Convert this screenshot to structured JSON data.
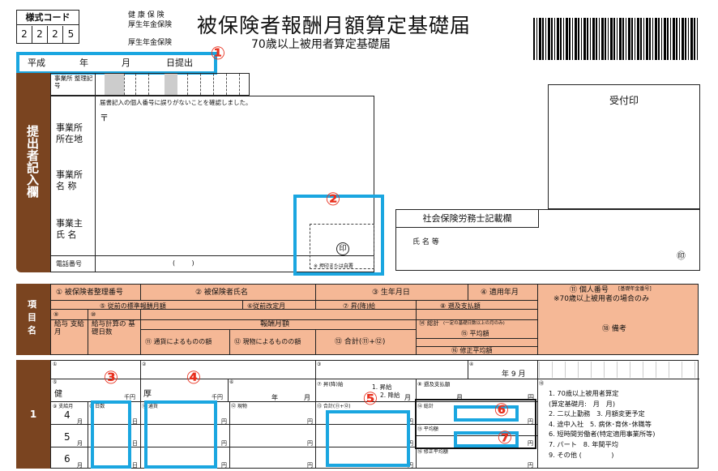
{
  "form_code": {
    "label": "様式コード",
    "digits": [
      "2",
      "2",
      "2",
      "5"
    ]
  },
  "insurance": {
    "line1": "健 康 保 険",
    "line2": "厚生年金保険",
    "line3": "厚生年金保険"
  },
  "title": {
    "main": "被保険者報酬月額算定基礎届",
    "sub": "70歳以上被用者算定基礎届"
  },
  "date_line": {
    "era": "平成",
    "year": "年",
    "month": "月",
    "day_submit": "日提出"
  },
  "submitter": {
    "section_label": "提出者記入欄",
    "office_code_label": "事業所 整理記号",
    "address_label": "事業所 所在地",
    "name_label": "事業所 名 称",
    "owner_label": "事業主 氏 名",
    "phone_label": "電話番号",
    "phone_parens": "(        )",
    "confirm_note": "届書記入の個人番号に誤りがないことを確認しました。",
    "postal_mark": "〒",
    "seal": "印",
    "seal_note": "※ 押印または自署"
  },
  "received_stamp": "受付印",
  "sharoushi": {
    "header": "社会保険労務士記載欄",
    "name_label": "氏 名 等",
    "seal": "㊞"
  },
  "items_section": {
    "label": "項目名",
    "h1": "① 被保険者整理番号",
    "h2": "② 被保険者氏名",
    "h3": "③ 生年月日",
    "h4": "④ 適用年月",
    "h11": "⑪ 個人番号",
    "h11_note": "[基礎年金番号]",
    "h11_sub": "※70歳以上被用者の場合のみ",
    "h5": "⑤ 従前の標準報酬月額",
    "h6": "⑥従前改定月",
    "h7": "⑦ 昇(降)給",
    "h8": "⑧ 遡及支払額",
    "h9": "⑨",
    "h9_label": "給与 支給月",
    "h10": "⑩",
    "h10_label": "給与計算の 基礎日数",
    "remuneration": "報酬月額",
    "h14": "⑭ 総計",
    "h14_note": "(一定の基礎日数以上の月のみ)",
    "h11b": "⑪ 通貨によるものの額",
    "h12": "⑫ 現物によるものの額",
    "h13": "⑬ 合計(⑪+⑫)",
    "h15": "⑮ 平均額",
    "h16": "⑯ 修正平均額",
    "h18": "⑱ 備考"
  },
  "row": {
    "number": "1",
    "c1": "①",
    "c2": "②",
    "c3": "③",
    "c4": "④",
    "year_month": "年 9 月",
    "c5": "⑤",
    "health": "健",
    "pension": "厚",
    "thousand": "千円",
    "c6": "⑥",
    "nen": "年",
    "tsuki": "月",
    "c7": "⑦ 昇(降)給",
    "shoukyu1": "1. 昇給",
    "shoukyu2": "2. 降給",
    "c8": "⑧ 遡及支払額",
    "c9": "⑨ 支給月",
    "c10": "⑩ 日数",
    "c11": "⑪ 通貨",
    "c12": "⑫ 現物",
    "c13": "⑬ 合計(⑪+⑫)",
    "c14": "⑭ 総計",
    "c15": "⑮ 平均額",
    "c16": "⑯ 修正平均額",
    "months": [
      "4",
      "5",
      "6"
    ],
    "gatsu": "月",
    "nichi": "日",
    "yen": "円",
    "remarks": [
      "1. 70歳以上被用者算定",
      "(算定基礎月:   月   月)",
      "2. 二以上勤務   3. 月額変更予定",
      "4. 途中入社   5. 病休･育休･休職等",
      "6. 短時間労働者(特定適用事業所等)",
      "7. パート   8. 年間平均",
      "9. その他 (              )"
    ],
    "c18": "⑱"
  },
  "annotations": [
    "①",
    "②",
    "③",
    "④",
    "⑤",
    "⑥",
    "⑦"
  ]
}
